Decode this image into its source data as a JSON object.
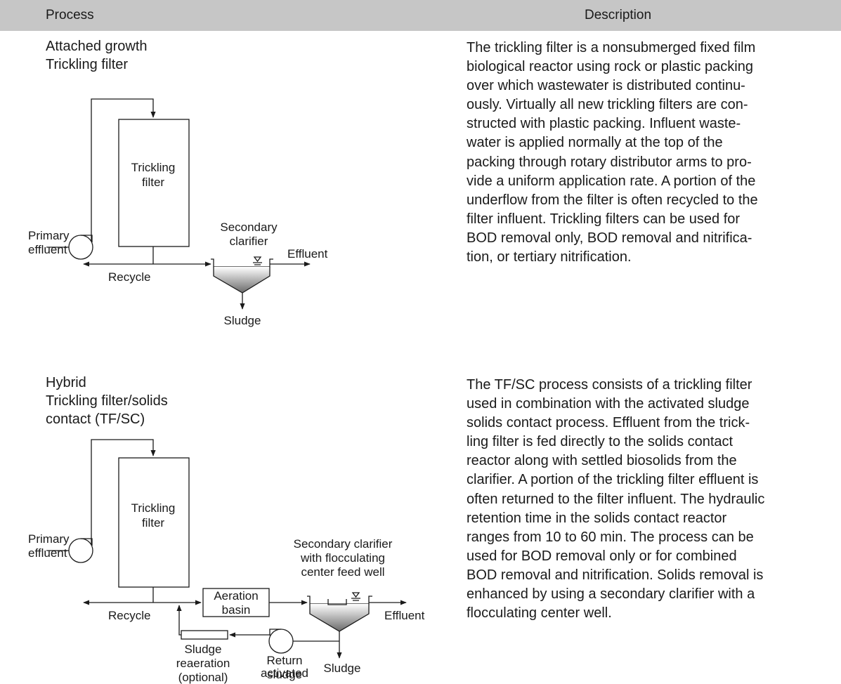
{
  "header": {
    "process": "Process",
    "description": "Description"
  },
  "rows": [
    {
      "category": "Attached growth",
      "name": "Trickling filter",
      "diagram": {
        "trickling_filter_line1": "Trickling",
        "trickling_filter_line2": "filter",
        "primary_line1": "Primary",
        "primary_line2": "effluent",
        "recycle": "Recycle",
        "clarifier_line1": "Secondary",
        "clarifier_line2": "clarifier",
        "effluent": "Effluent",
        "sludge": "Sludge"
      },
      "description": "The trickling filter is a nonsubmerged fixed film\nbiological reactor using rock or plastic packing\nover which wastewater is distributed continu-\nously. Virtually all new trickling filters are con-\nstructed with plastic packing. Influent waste-\nwater is applied normally at the top of the\npacking through rotary distributor arms to pro-\nvide a uniform application rate. A portion of the\nunderflow from the filter is often recycled to the\nfilter influent. Trickling filters can be used for\nBOD removal only, BOD removal and nitrifica-\ntion, or tertiary nitrification."
    },
    {
      "category": "Hybrid",
      "name_line1": "Trickling filter/solids",
      "name_line2": "contact (TF/SC)",
      "diagram": {
        "trickling_filter_line1": "Trickling",
        "trickling_filter_line2": "filter",
        "primary_line1": "Primary",
        "primary_line2": "effluent",
        "recycle": "Recycle",
        "aeration_line1": "Aeration",
        "aeration_line2": "basin",
        "clarifier_line1": "Secondary clarifier",
        "clarifier_line2": "with flocculating",
        "clarifier_line3": "center feed well",
        "effluent": "Effluent",
        "sludge": "Sludge",
        "reaeration_line1": "Sludge",
        "reaeration_line2": "reaeration",
        "reaeration_line3": "(optional)",
        "ras_line1": "Return",
        "ras_line2": "activated",
        "ras_line3": "sludge"
      },
      "description": "The TF/SC process consists of a trickling filter\nused in combination with the activated sludge\nsolids contact process. Effluent from the trick-\nling filter is fed directly to the solids contact\nreactor along with settled biosolids from the\nclarifier. A portion of the trickling filter effluent is\noften returned to the filter influent. The hydraulic\nretention time in the solids contact reactor\nranges from 10 to 60 min. The process can be\nused for BOD removal only or for combined\nBOD removal and nitrification. Solids removal is\nenhanced by using a secondary clarifier with a\nflocculating center well."
    }
  ]
}
